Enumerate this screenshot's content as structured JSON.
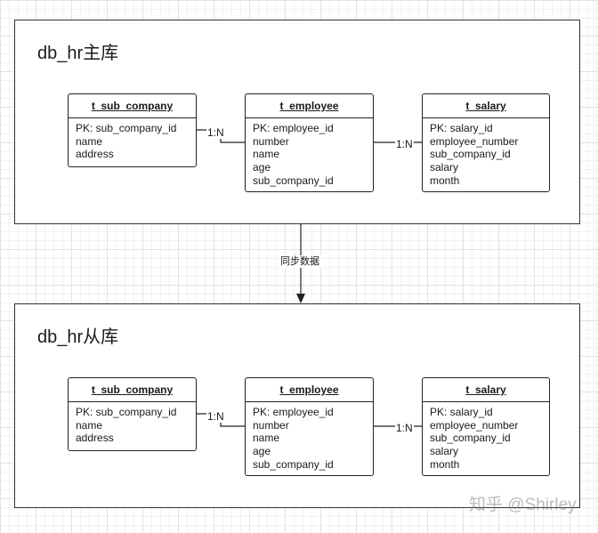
{
  "databases": [
    {
      "title": "db_hr主库",
      "tables": [
        {
          "name": "t_sub_company",
          "fields": [
            "PK: sub_company_id",
            "name",
            "address"
          ]
        },
        {
          "name": "t_employee",
          "fields": [
            "PK: employee_id",
            "number",
            "name",
            "age",
            "sub_company_id"
          ]
        },
        {
          "name": "t_salary",
          "fields": [
            "PK: salary_id",
            "employee_number",
            "sub_company_id",
            "salary",
            "month"
          ]
        }
      ],
      "relations": [
        "1:N",
        "1:N"
      ]
    },
    {
      "title": "db_hr从库",
      "tables": [
        {
          "name": "t_sub_company",
          "fields": [
            "PK: sub_company_id",
            "name",
            "address"
          ]
        },
        {
          "name": "t_employee",
          "fields": [
            "PK: employee_id",
            "number",
            "name",
            "age",
            "sub_company_id"
          ]
        },
        {
          "name": "t_salary",
          "fields": [
            "PK: salary_id",
            "employee_number",
            "sub_company_id",
            "salary",
            "month"
          ]
        }
      ],
      "relations": [
        "1:N",
        "1:N"
      ]
    }
  ],
  "sync_label": "同步数据",
  "watermark": "知乎 @Shirley",
  "colors": {
    "line": "#222222",
    "background": "#ffffff",
    "grid": "#e2e2e2"
  }
}
